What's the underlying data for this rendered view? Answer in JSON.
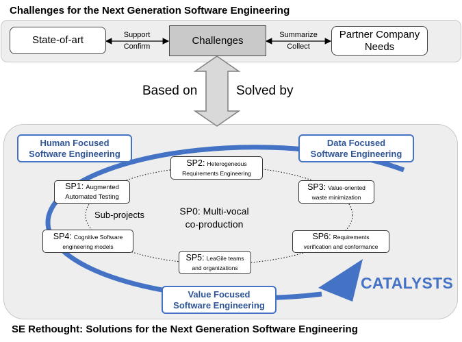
{
  "top_title": "Challenges for the Next Generation Software Engineering",
  "bottom_title": "SE Rethought: Solutions for the Next Generation Software Engineering",
  "top_row": {
    "state_of_art": "State-of-art",
    "challenges": "Challenges",
    "partner_line1": "Partner Company",
    "partner_line2": "Needs",
    "left_link_line1": "Support",
    "left_link_line2": "Confirm",
    "right_link_line1": "Summarize",
    "right_link_line2": "Collect"
  },
  "middle": {
    "based_on": "Based on",
    "solved_by": "Solved by"
  },
  "focus": {
    "human_line1": "Human Focused",
    "human_line2": "Software Engineering",
    "data_line1": "Data Focused",
    "data_line2": "Software Engineering",
    "value_line1": "Value Focused",
    "value_line2": "Software Engineering"
  },
  "catalysts": "CATALYSTS",
  "subprojects_label": "Sub-projects",
  "subprojects": {
    "sp0_line1": "SP0: Multi-vocal",
    "sp0_line2": "co-production",
    "sp1_code": "SP1:",
    "sp1_line1": "Augmented",
    "sp1_line2": "Automated Testing",
    "sp2_code": "SP2:",
    "sp2_line1": "Heterogeneous",
    "sp2_line2": "Requirements Engineering",
    "sp3_code": "SP3:",
    "sp3_line1": "Value-oriented",
    "sp3_line2": "waste minimization",
    "sp4_code": "SP4:",
    "sp4_line1": "Cognitive Software",
    "sp4_line2": "engineering models",
    "sp5_code": "SP5:",
    "sp5_line1": "LeaGile teams",
    "sp5_line2": "and organizations",
    "sp6_code": "SP6:",
    "sp6_line1": "Requirements",
    "sp6_line2": "verification and conformance"
  },
  "colors": {
    "blue": "#4472c4",
    "dark_blue_text": "#2f5597",
    "panel": "#eeeeee",
    "challenges_fill": "#c9c9c9"
  }
}
